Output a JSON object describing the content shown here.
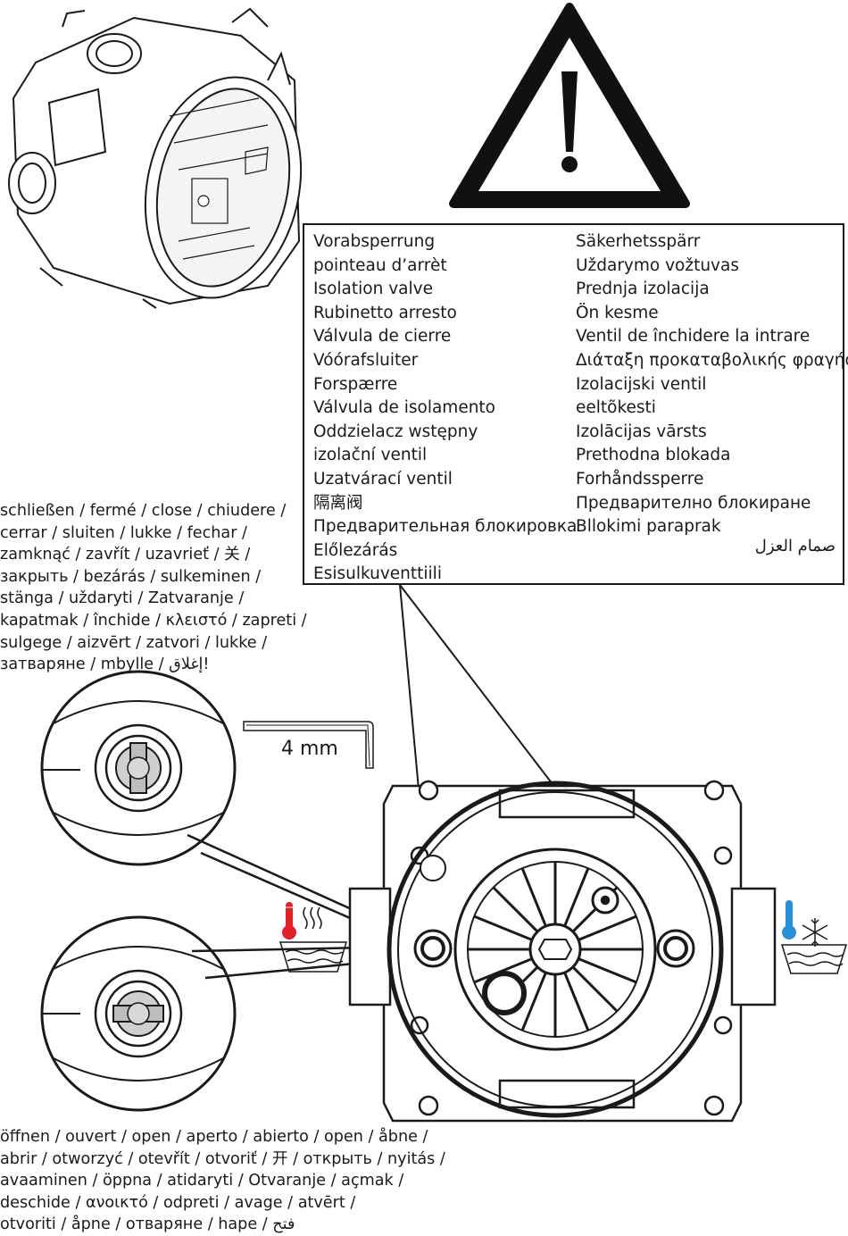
{
  "warning": {
    "icon": "exclamation-warning-icon"
  },
  "isolation_valve_names": {
    "left_column": [
      "Vorabsperrung",
      "pointeau d’arrèt",
      "Isolation valve",
      "Rubinetto arresto",
      "Válvula de cierre",
      "Vóórafsluiter",
      "Forspærre",
      "Válvula de isolamento",
      "Oddzielacz wstępny",
      "izolační ventil",
      "Uzatvárací ventil",
      "隔离阀",
      "Предварительная блокировка",
      "Előlezárás",
      "Esisulkuventtiili"
    ],
    "right_column": [
      "Säkerhetsspärr",
      "Uždarymo vožtuvas",
      "Prednja izolacija",
      "Ön kesme",
      "Ventil de închidere la intrare",
      "Διάταξη προκαταβολικής φραγής",
      "Izolacijski ventil",
      "eeltõkesti",
      "Izolācijas vārsts",
      "Prethodna blokada",
      "Forhåndssperre",
      "Предварително блокиране",
      "Bllokimi paraprak"
    ],
    "arabic": "صمام العزل"
  },
  "close_text": [
    "schließen / fermé / close / chiudere /",
    "cerrar / sluiten / lukke / fechar /",
    "zamknąć / zavřít / uzavrieť / 关 /",
    "закрыть / bezárás / sulkeminen /",
    "stänga / uždaryti / Zatvaranje /",
    "kapatmak / închide / κλειστό / zapreti /",
    "sulgege / aizvērt / zatvori / lukke /",
    "затваряне / mbylle / إغلاق!"
  ],
  "open_text": [
    "öffnen / ouvert / open / aperto / abierto / open / åbne /",
    "abrir / otworzyć / otevřít / otvoriť / 开 / открыть / nyitás /",
    "avaaminen / öppna / atidaryti / Otvaranje / açmak /",
    "deschide / ανοικτό / odpreti / avage / atvērt /",
    "otvoriti / åpne / отваряне / hape / فتح"
  ],
  "tool": {
    "label": "4 mm",
    "icon": "hex-key-icon"
  },
  "hot_side": {
    "icon": "thermometer-hot-icon",
    "color": "#e0202a"
  },
  "cold_side": {
    "icon": "thermometer-cold-snowflake-icon",
    "color": "#2a8fd6"
  }
}
